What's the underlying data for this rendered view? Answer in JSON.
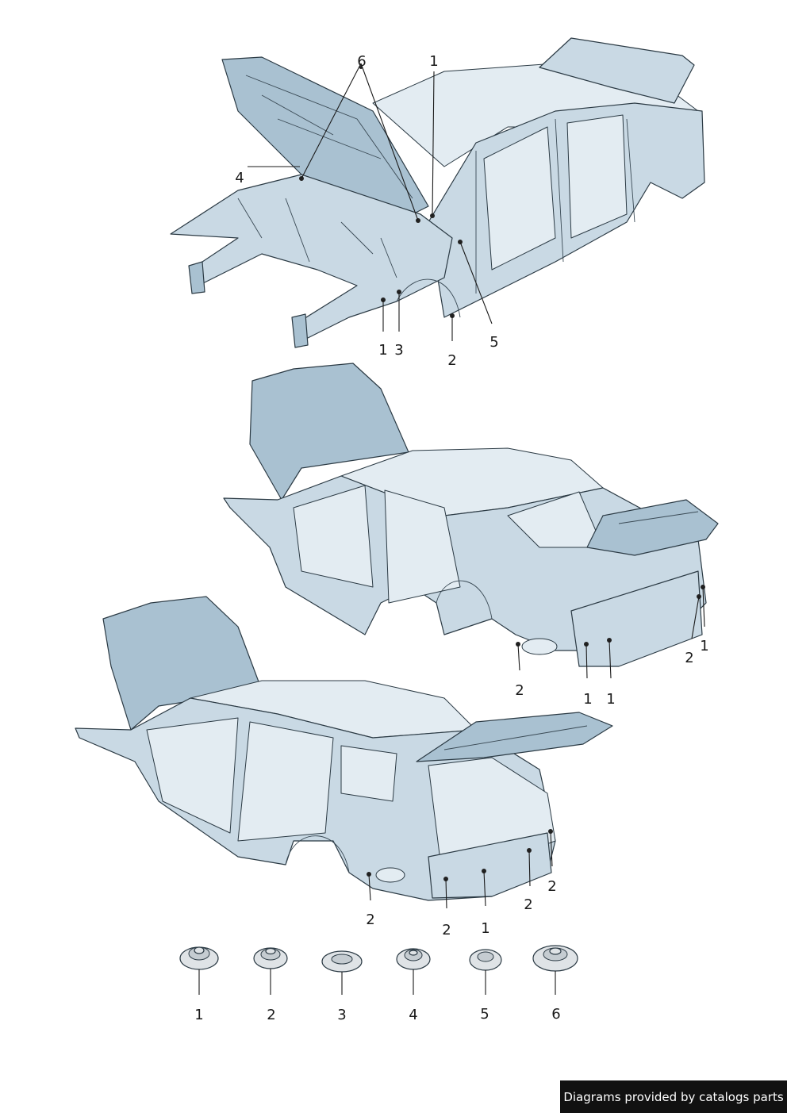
{
  "diagram": {
    "top_callouts": [
      "6",
      "1",
      "4",
      "1",
      "3",
      "2",
      "5"
    ],
    "sedan_callouts": [
      "2",
      "1",
      "1",
      "2",
      "1"
    ],
    "estate_callouts": [
      "2",
      "2",
      "1",
      "2",
      "2"
    ],
    "parts": [
      {
        "label": "1"
      },
      {
        "label": "2"
      },
      {
        "label": "3"
      },
      {
        "label": "4"
      },
      {
        "label": "5"
      },
      {
        "label": "6"
      }
    ]
  },
  "credit": "Diagrams provided by catalogs parts",
  "colors": {
    "body": "#c9d9e4",
    "body_dark": "#a9c1d1",
    "line": "#2b3a44",
    "credit_bg": "#111111"
  }
}
